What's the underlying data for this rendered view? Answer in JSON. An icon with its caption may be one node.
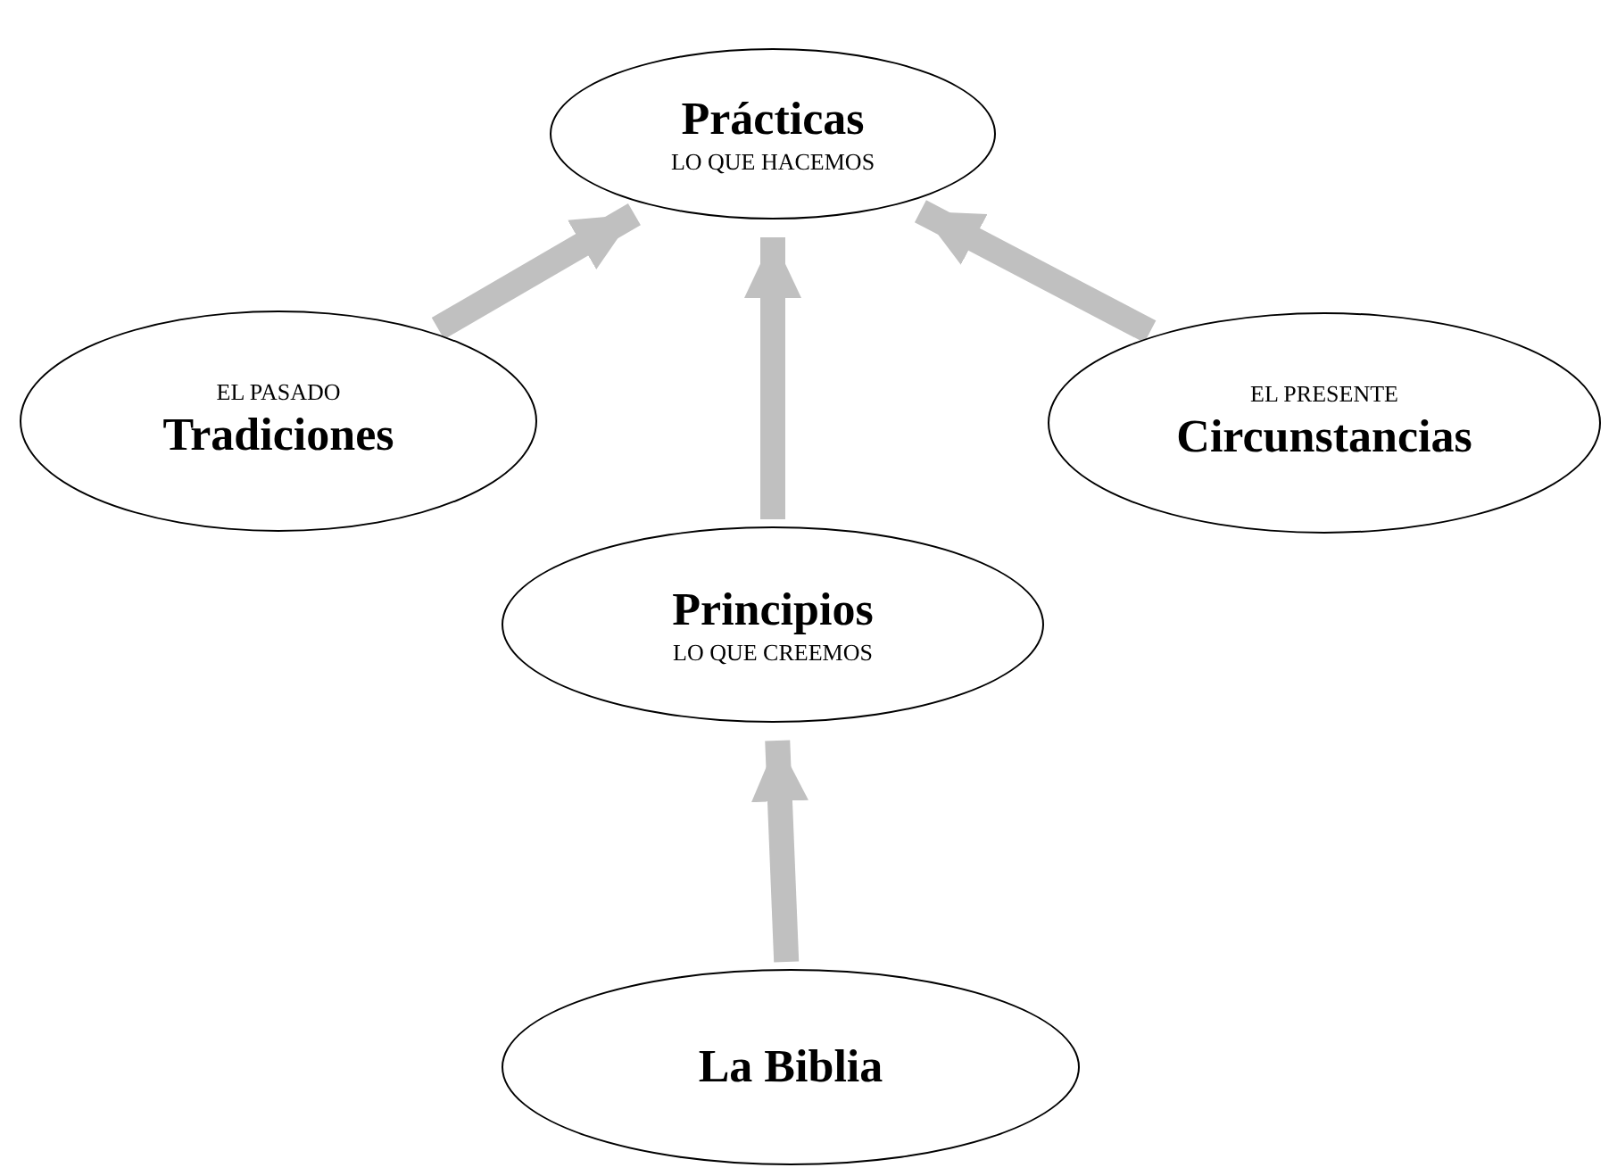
{
  "diagram": {
    "nodes": [
      {
        "text": [
          "Prácticas",
          "LO QUE HACEMOS"
        ]
      },
      {
        "text": [
          "EL PASADO",
          "Tradiciones"
        ]
      },
      {
        "text": [
          "EL PRESENTE",
          "Circunstancias"
        ]
      },
      {
        "text": [
          "Principios",
          "LO QUE CREEMOS"
        ]
      },
      {
        "text": [
          "La Biblia"
        ]
      }
    ],
    "edges": [
      {
        "from": 1,
        "to": 0,
        "arrow": "to"
      },
      {
        "from": 3,
        "to": 0,
        "arrow": "to"
      },
      {
        "from": 2,
        "to": 0,
        "arrow": "to"
      },
      {
        "from": 4,
        "to": 3,
        "arrow": "to"
      }
    ]
  }
}
